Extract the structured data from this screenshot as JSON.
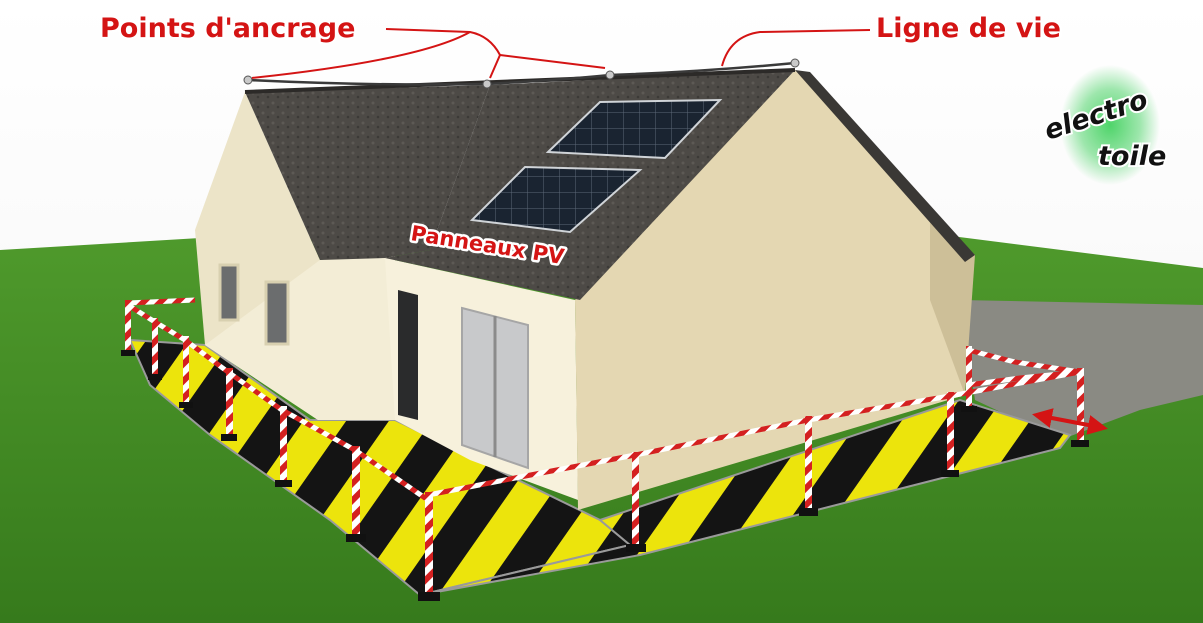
{
  "labels": {
    "anchor_points": "Points d'ancrage",
    "life_line": "Ligne de vie",
    "pv_panels": "Panneaux PV"
  },
  "logo": {
    "line1": "electro",
    "line2": "toile"
  },
  "colors": {
    "label_red": "#d41414",
    "hazard_yellow": "#ece40c",
    "hazard_black": "#141414",
    "grass": "#3f8a22",
    "roof": "#4d4a46",
    "wall": "#f0e9cf",
    "barrier_red": "#d42020",
    "logo_glow": "#4fd46a"
  },
  "icons": {
    "width_arrow": "double-headed-arrow-icon"
  }
}
